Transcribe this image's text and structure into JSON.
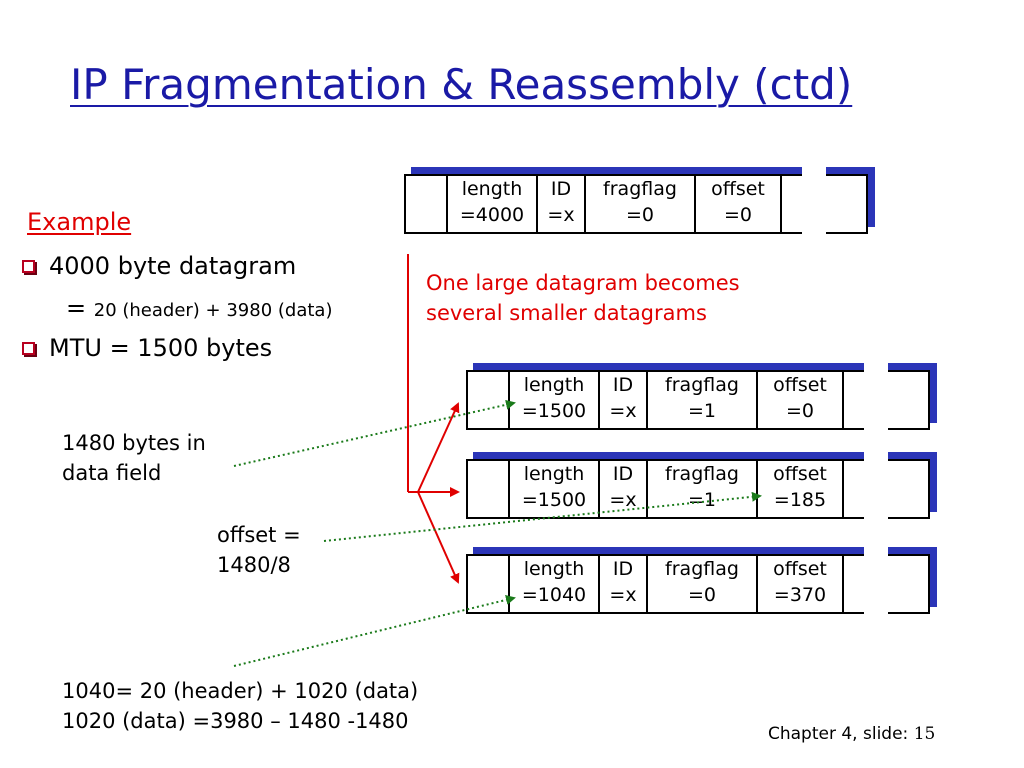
{
  "slide": {
    "title": "IP Fragmentation & Reassembly (ctd)",
    "example_heading": "Example",
    "bullets": [
      "4000 byte datagram",
      "MTU = 1500 bytes"
    ],
    "equation": {
      "prefix": "=",
      "detail": "20 (header) + 3980 (data)"
    },
    "split_note": [
      "One large datagram becomes",
      "several smaller datagrams"
    ],
    "note_1480": [
      "1480 bytes in",
      "data field"
    ],
    "note_offset": [
      "offset =",
      "1480/8"
    ],
    "note_bottom": [
      "1040= 20 (header) + 1020 (data)",
      "1020 (data) =3980 – 1480 -1480"
    ],
    "footer": {
      "label": "Chapter 4, slide:",
      "number": "15"
    }
  },
  "datagrams": {
    "original": {
      "length": [
        "length",
        "=4000"
      ],
      "id": [
        "ID",
        "=x"
      ],
      "fragflag": [
        "fragflag",
        "=0"
      ],
      "offset": [
        "offset",
        "=0"
      ]
    },
    "fragment1": {
      "length": [
        "length",
        "=1500"
      ],
      "id": [
        "ID",
        "=x"
      ],
      "fragflag": [
        "fragflag",
        "=1"
      ],
      "offset": [
        "offset",
        "=0"
      ]
    },
    "fragment2": {
      "length": [
        "length",
        "=1500"
      ],
      "id": [
        "ID",
        "=x"
      ],
      "fragflag": [
        "fragflag",
        "=1"
      ],
      "offset": [
        "offset",
        "=185"
      ]
    },
    "fragment3": {
      "length": [
        "length",
        "=1040"
      ],
      "id": [
        "ID",
        "=x"
      ],
      "fragflag": [
        "fragflag",
        "=0"
      ],
      "offset": [
        "offset",
        "=370"
      ]
    }
  },
  "colors": {
    "title": "#1a1aa6",
    "accent_red": "#e00000",
    "box_shadow_blue": "#2b35b8",
    "pointer_green": "#1a7a1a"
  }
}
